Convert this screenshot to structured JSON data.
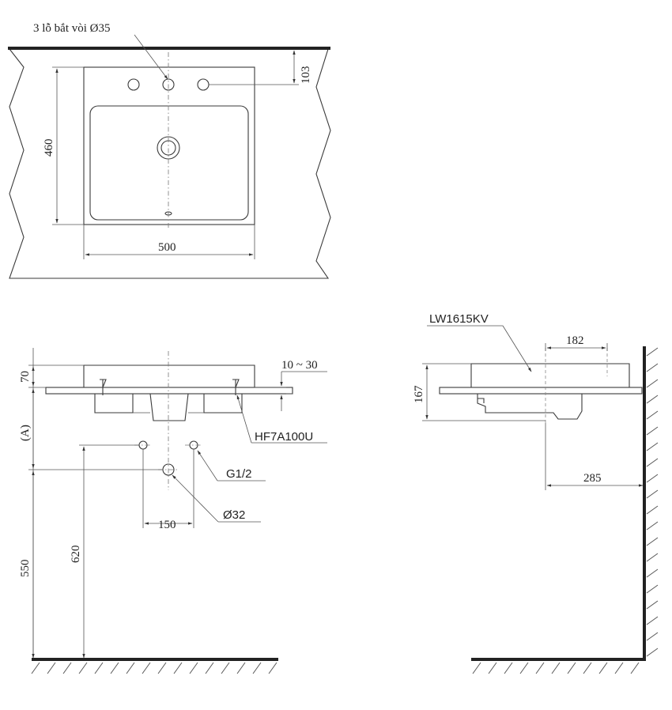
{
  "top_view": {
    "faucet_holes_note": "3 lỗ bắt vòi Ø35",
    "dim_depth": "460",
    "dim_width": "500",
    "dim_hole_offset": "103"
  },
  "front_view": {
    "dim_height": "70",
    "dim_counter": "10 ~ 30",
    "bracket_model": "HF7A100U",
    "dim_a": "(A)",
    "thread": "G1/2",
    "drain_dia": "Ø32",
    "dim_supply_spacing": "150",
    "dim_550": "550",
    "dim_620": "620"
  },
  "side_view": {
    "model": "LW1615KV",
    "dim_182": "182",
    "dim_167": "167",
    "dim_285": "285"
  }
}
